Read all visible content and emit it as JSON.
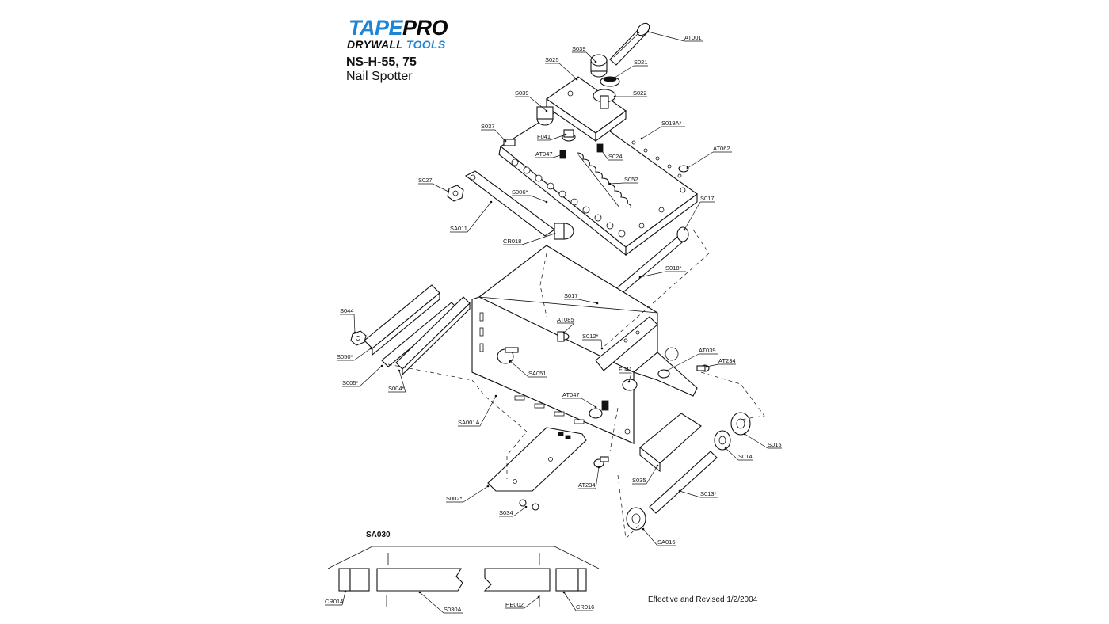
{
  "header": {
    "brand_tape": "TAPE",
    "brand_pro": "PRO",
    "brand_drywall": "DRYWALL",
    "brand_tools": "TOOLS",
    "model": "NS-H-55, 75",
    "product_name": "Nail Spotter"
  },
  "colors": {
    "brand_blue": "#1f86d6",
    "ink": "#111111"
  },
  "subassembly_title": "SA030",
  "footer": {
    "revision": "Effective and Revised 1/2/2004"
  },
  "part_labels": [
    "AT001",
    "S039",
    "S021",
    "S025",
    "S022",
    "S039",
    "S019A*",
    "S037",
    "F041",
    "AT047",
    "S024",
    "AT062",
    "S052",
    "S027",
    "S006*",
    "SA011",
    "CR018",
    "S017",
    "S018*",
    "S017",
    "AT085",
    "S012*",
    "AT039",
    "AT234",
    "S044",
    "S050*",
    "SA051",
    "F041",
    "S005*",
    "S004*",
    "AT047",
    "SA001A",
    "S015",
    "S014",
    "S035",
    "AT234",
    "S002*",
    "S013*",
    "S034",
    "SA015",
    "CR014",
    "S030A",
    "HE002",
    "CR016"
  ]
}
